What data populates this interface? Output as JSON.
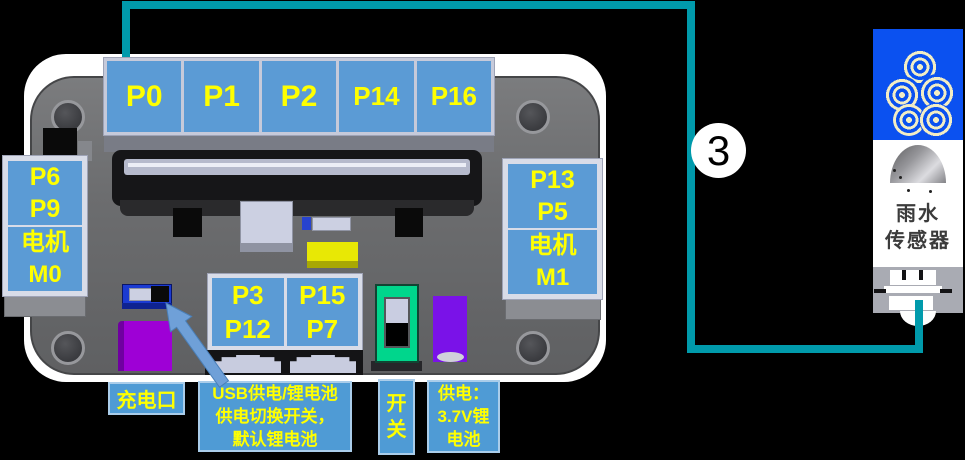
{
  "board": {
    "top_pins": [
      "P0",
      "P1",
      "P2",
      "P14",
      "P16"
    ],
    "left_panel": {
      "line1": "P6",
      "line2": "P9",
      "line3": "电机",
      "line4": "M0"
    },
    "right_panel": {
      "line1": "P13",
      "line2": "P5",
      "line3": "电机",
      "line4": "M1"
    },
    "center_panel": {
      "left_line1": "P3",
      "left_line2": "P12",
      "right_line1": "P15",
      "right_line2": "P7"
    }
  },
  "annotations": {
    "charging_port": "充电口",
    "usb_switch_line1": "USB供电/锂电池",
    "usb_switch_line2": "供电切换开关，",
    "usb_switch_line3": "默认锂电池",
    "power_switch_line1": "开",
    "power_switch_line2": "关",
    "power_line1": "供电：",
    "power_line2": "3.7V锂",
    "power_line3": "电池"
  },
  "connection": {
    "step_number": "3"
  },
  "sensor": {
    "name_line1": "雨水",
    "name_line2": "传感器"
  },
  "colors": {
    "wire_teal": "#009aab",
    "pin_label_blue": "#5b9bd5",
    "pin_text_yellow": "#ffff00",
    "sensor_header_blue": "#0b51f0",
    "board_gray": "#6e6f71",
    "usb_purple": "#9e00d6",
    "switch_green": "#00d68c",
    "arrow_blue": "#6fa0d8"
  }
}
